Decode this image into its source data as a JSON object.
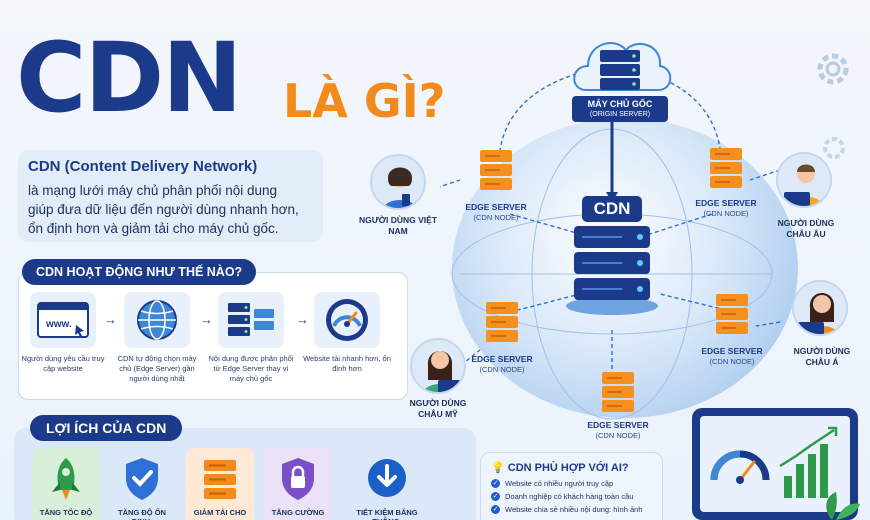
{
  "header": {
    "title_main": "CDN",
    "title_question": "LÀ GÌ?"
  },
  "definition": {
    "title": "CDN (Content Delivery Network)",
    "lines": [
      "là mạng lưới máy chủ phân phối nội dung",
      "giúp đưa dữ liệu đến người dùng nhanh hơn,",
      "ổn định hơn và giảm tải cho máy chủ gốc."
    ]
  },
  "how_it_works": {
    "title": "CDN HOẠT ĐỘNG NHƯ THẾ NÀO?",
    "steps": [
      {
        "icon": "browser-www-icon",
        "text": "Người dùng yêu cầu truy cập website"
      },
      {
        "icon": "globe-icon",
        "text": "CDN tự động chọn máy chủ (Edge Server) gần người dùng nhất"
      },
      {
        "icon": "servers-icon",
        "text": "Nội dung được phân phối từ Edge Server thay vì máy chủ gốc"
      },
      {
        "icon": "speedometer-icon",
        "text": "Website tải nhanh hơn, ổn định hơn"
      }
    ],
    "www_text": "www."
  },
  "benefits": {
    "title": "LỢI ÍCH CỦA CDN",
    "items": [
      {
        "icon": "rocket-icon",
        "label": "TĂNG TỐC ĐỘ",
        "bg": "#d8f0d9"
      },
      {
        "icon": "shield-check-icon",
        "label": "TĂNG ĐỘ ỔN ĐỊNH,",
        "bg": "#dbe8f7"
      },
      {
        "icon": "server-stack-icon",
        "label": "GIẢM TẢI CHO",
        "bg": "#fde9d6"
      },
      {
        "icon": "lock-shield-icon",
        "label": "TĂNG CƯỜNG",
        "bg": "#ebe2f7"
      },
      {
        "icon": "download-icon",
        "label": "TIẾT KIỆM BĂNG THÔNG,",
        "bg": "#dbe8f7"
      }
    ]
  },
  "diagram": {
    "origin": {
      "line1": "MÁY CHỦ GỐC",
      "line2": "(ORIGIN SERVER)"
    },
    "cdn_label": "CDN",
    "edge_title": "EDGE SERVER",
    "edge_sub": "(CDN NODE)",
    "users": {
      "vietnam": "NGƯỜI DÙNG VIỆT NAM",
      "europe": "NGƯỜI DÙNG CHÂU ÂU",
      "asia": "NGƯỜI DÙNG CHÂU Á",
      "america": "NGƯỜI DÙNG CHÂU MỸ"
    }
  },
  "fit": {
    "title": "CDN PHÙ HỢP VỚI AI?",
    "items": [
      "Website có nhiều người truy cập",
      "Doanh nghiệp có khách hàng toàn cầu",
      "Website chia sẻ nhiều nội dung: hình ảnh"
    ]
  },
  "colors": {
    "primary": "#1b3a8a",
    "accent": "#f28a1c",
    "server_orange": "#f5901e"
  }
}
